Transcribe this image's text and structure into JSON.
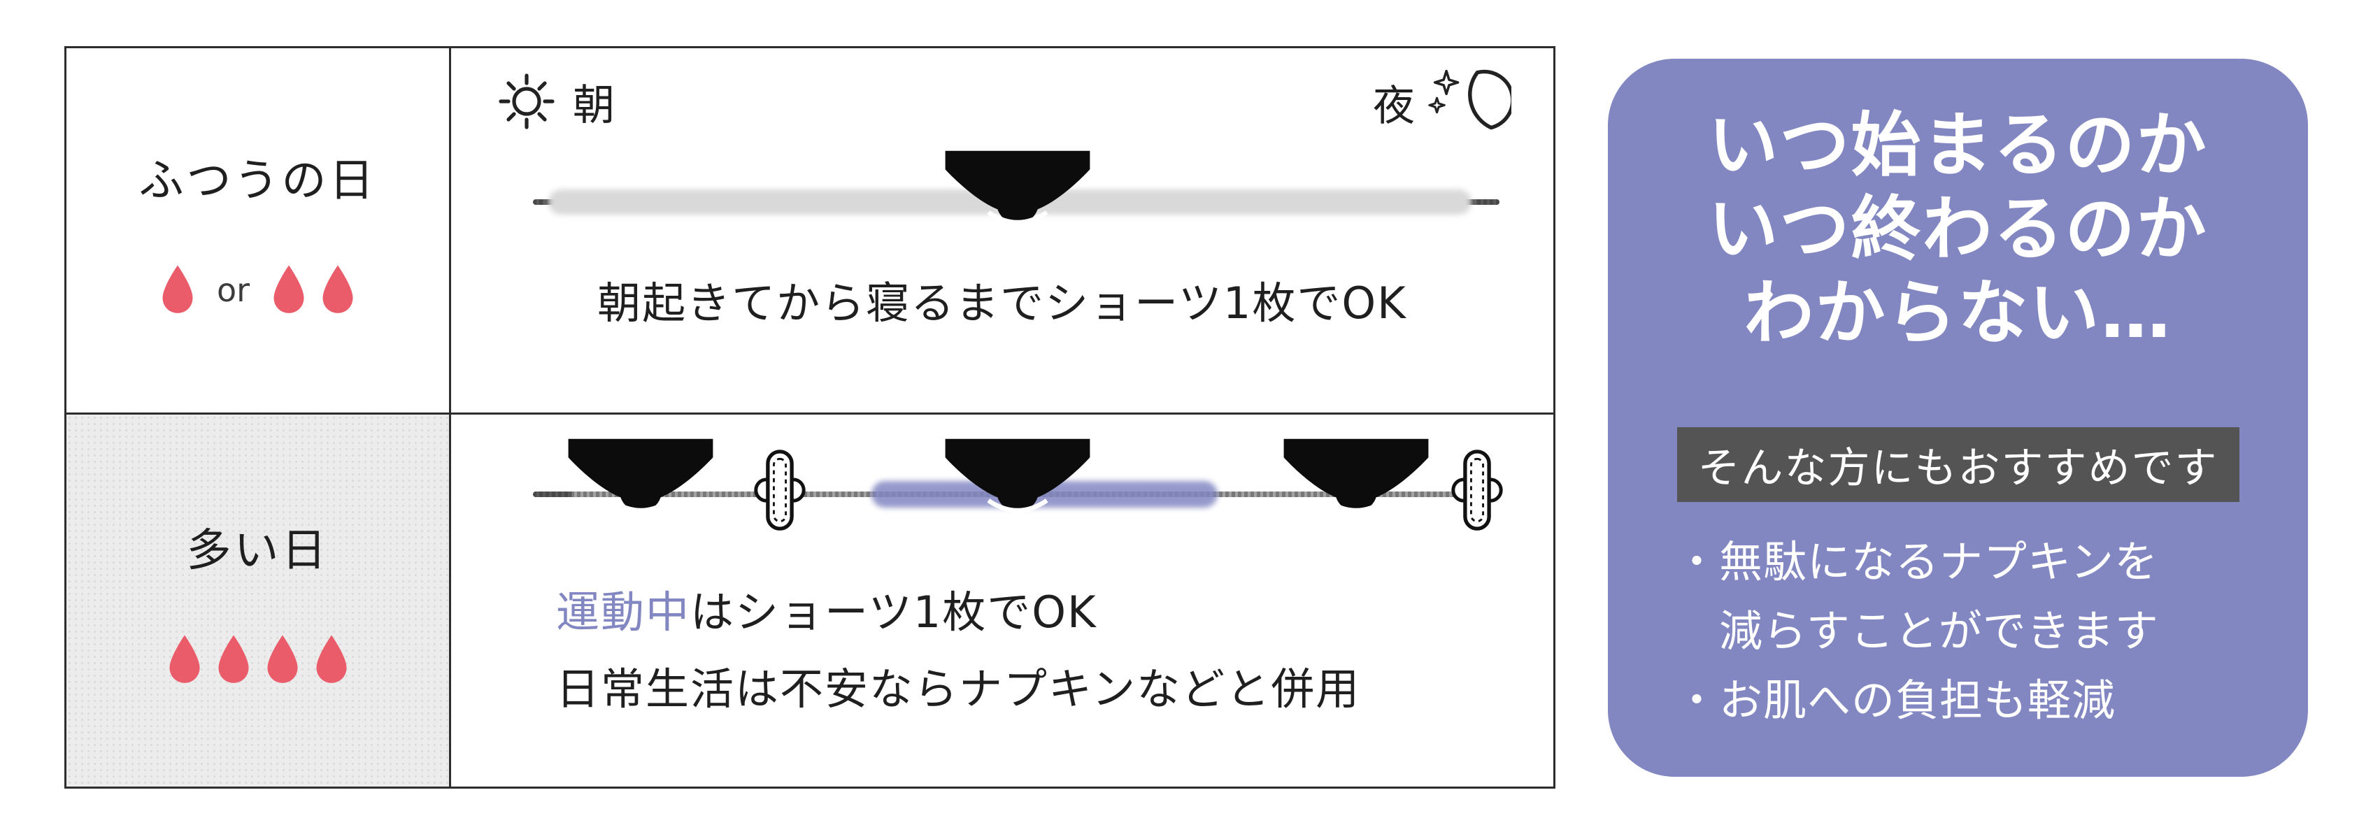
{
  "table": {
    "rows": [
      {
        "label": "ふつうの日",
        "drop_count": 1,
        "drop_count_alt": 2,
        "or_text": "or",
        "morning_label": "朝",
        "night_label": "夜",
        "description": "朝起きてから寝るまでショーツ1枚でOK"
      },
      {
        "label": "多い日",
        "drop_count": 4,
        "line1_highlight": "運動中",
        "line1_rest": "はショーツ1枚でOK",
        "line2": "日常生活は不安ならナプキンなどと併用"
      }
    ]
  },
  "card": {
    "heading_lines": [
      "いつ始まるのか",
      "いつ終わるのか",
      "わからない…"
    ],
    "badge": "そんな方にもおすすめです",
    "bullets": [
      "・無駄になるナプキンを",
      "　減らすことができます",
      "・お肌への負担も軽減"
    ]
  },
  "icons": {
    "sun": "sun-icon",
    "moon": "crescent-moon-with-stars-icon",
    "drop": "blood-drop-icon",
    "underwear": "period-underwear-icon",
    "pad": "sanitary-pad-icon"
  },
  "colors": {
    "accent_purple": "#8287c2",
    "drop_red": "#ea5c69",
    "badge_gray": "#545454",
    "border_dark": "#2d2d2d",
    "band_gray": "#d9d9d9",
    "line_gray": "#a3a3a3",
    "row_shade": "#ececec",
    "text_dark": "#1f1f1f"
  }
}
